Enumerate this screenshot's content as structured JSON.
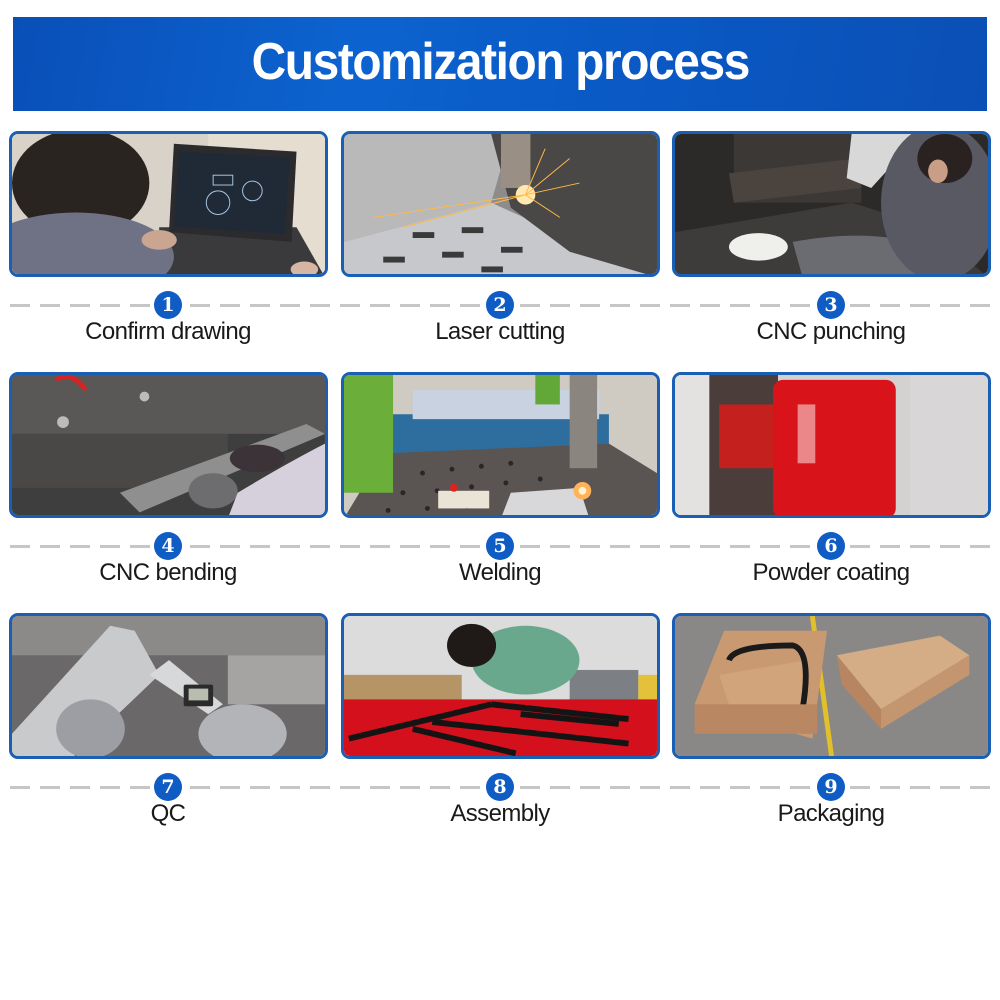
{
  "header": {
    "title": "Customization process"
  },
  "colors": {
    "banner_blue": "#0c5ac6",
    "card_border": "#1a5fb4",
    "badge_blue": "#0e5cc4",
    "divider_gray": "#c6c6c6",
    "label_text": "#1a1a1a"
  },
  "steps": [
    {
      "number": "1",
      "label": "Confirm drawing",
      "image": "engineer-at-laptop-cad-drawing"
    },
    {
      "number": "2",
      "label": "Laser cutting",
      "image": "laser-cutter-sparks-sheet-metal"
    },
    {
      "number": "3",
      "label": "CNC punching",
      "image": "worker-at-punch-press"
    },
    {
      "number": "4",
      "label": "CNC bending",
      "image": "gloved-hands-press-brake"
    },
    {
      "number": "5",
      "label": "Welding",
      "image": "robotic-welder-on-table"
    },
    {
      "number": "6",
      "label": "Powder coating",
      "image": "red-coated-cylinder"
    },
    {
      "number": "7",
      "label": "QC",
      "image": "digital-caliper-measuring-part"
    },
    {
      "number": "8",
      "label": "Assembly",
      "image": "worker-assembling-black-frame"
    },
    {
      "number": "9",
      "label": "Packaging",
      "image": "plywood-crates"
    }
  ]
}
